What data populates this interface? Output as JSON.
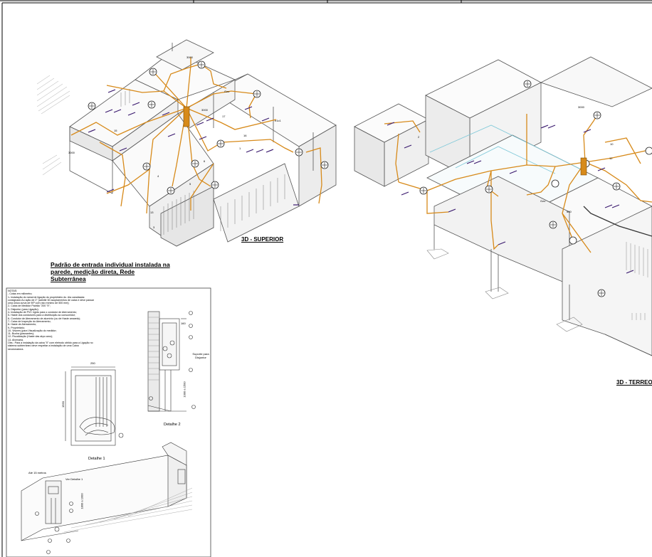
{
  "views": {
    "superior_title": "3D - SUPERIOR",
    "terreo_title": "3D - TERREO"
  },
  "standard": {
    "title": "Padrão de entrada individual instalada na parede, medição direta, Rede Subterrânea",
    "notes_title": "NOTAS:",
    "notes": [
      "- Cotas em milímetro;",
      "1- Instalação do ramal de ligação do proprietário do. Ala canalizada:",
      "consignado Ao ação de 2\" (admitir 60 acoplamentos de caixa e deve passar",
      "uma única curva de 90º com raio mínimo de 500 mm);",
      "2- Caixa de Medidor Padrão \"200 \"II\";",
      "3- Disjuntor (para Ligação);",
      "4- Instalação de PVC rígido para o condutor de Aterramento;",
      "5- Haste dos condutores para a distribuição ao consumidor;",
      "6- Condutor de Aterramento de alumínio (ou de Haste amarela);",
      "7- Caixa de Inspeção do Aterramento;",
      "8- Haste de Aterramento;",
      "9- Proprietário;",
      "10- Visores (para Visualização do medidor;",
      "11- Bucha (passantes);",
      "12- Fiscalização (Haste das alça cano);",
      "13- Alvenaria.",
      "Obs.: Para a instalação da caixa \"II\" com eletrodo obtido para a Ligação no",
      "sistema subterrâneo deve respeitar a instalação de uma Caixa",
      "seccionadora."
    ],
    "detail1_label": "Detalhe 1",
    "detail2_label": "Detalhe 2",
    "see_detail1": "Ver Detalhe 1",
    "dim_250": "250",
    "dim_vertical": "1000 a 1500",
    "dim_1560": "1560",
    "dim_1800": "1800 a 1000",
    "dim_min": "Até 15 metros",
    "support_label": "Suporte para Disjuntor",
    "dim_160": "160"
  },
  "annotations": {
    "d3000": "3000",
    "q2": "2",
    "q3": "3",
    "q12": "12",
    "q17": "17",
    "q5": "5",
    "q13": "13",
    "q4": "4",
    "q6": "6",
    "q15": "15",
    "q1": "1",
    "q16": "16",
    "q10": "10",
    "q500": "500",
    "label_gz": "Gzo",
    "label_c1": "e1c1"
  },
  "colors": {
    "wire": "#d78a1a",
    "line": "#333333",
    "light": "#999999",
    "cyan": "#7ec8d8",
    "purple": "#3a1a6e",
    "brick": "#b0b0b0"
  }
}
